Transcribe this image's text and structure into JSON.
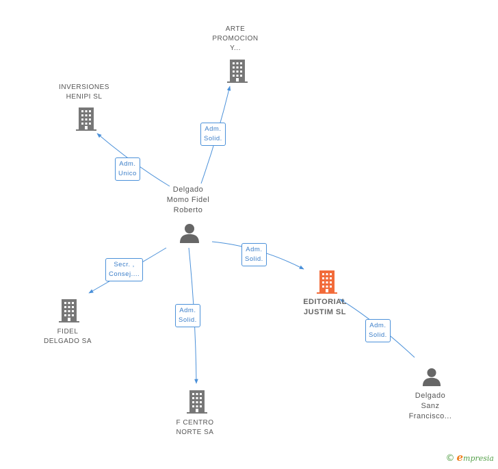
{
  "colors": {
    "edge": "#4a90d9",
    "node_default": "#777777",
    "node_focus": "#f26b3a"
  },
  "nodes": [
    {
      "id": "arte",
      "kind": "company",
      "label_lines": [
        "ARTE",
        "PROMOCION",
        "Y..."
      ]
    },
    {
      "id": "inversiones",
      "kind": "company",
      "label_lines": [
        "INVERSIONES",
        "HENIPI  SL"
      ]
    },
    {
      "id": "delgado_momo",
      "kind": "person",
      "label_lines": [
        "Delgado",
        "Momo Fidel",
        "Roberto"
      ]
    },
    {
      "id": "editorial",
      "kind": "company",
      "focus": true,
      "label_lines": [
        "EDITORIAL",
        "JUSTIM SL"
      ]
    },
    {
      "id": "fidel",
      "kind": "company",
      "label_lines": [
        "FIDEL",
        "DELGADO SA"
      ]
    },
    {
      "id": "fcentro",
      "kind": "company",
      "label_lines": [
        "F CENTRO",
        "NORTE SA"
      ]
    },
    {
      "id": "delgado_sanz",
      "kind": "person",
      "label_lines": [
        "Delgado",
        "Sanz",
        "Francisco..."
      ]
    }
  ],
  "edges": [
    {
      "id": "e_arte",
      "from": "delgado_momo",
      "to": "arte",
      "label_lines": [
        "Adm.",
        "Solid."
      ]
    },
    {
      "id": "e_inv",
      "from": "delgado_momo",
      "to": "inversiones",
      "label_lines": [
        "Adm.",
        "Unico"
      ]
    },
    {
      "id": "e_fidel",
      "from": "delgado_momo",
      "to": "fidel",
      "label_lines": [
        "Secr. ,",
        "Consej...."
      ]
    },
    {
      "id": "e_fcentro",
      "from": "delgado_momo",
      "to": "fcentro",
      "label_lines": [
        "Adm.",
        "Solid."
      ]
    },
    {
      "id": "e_edit",
      "from": "delgado_momo",
      "to": "editorial",
      "label_lines": [
        "Adm.",
        "Solid."
      ]
    },
    {
      "id": "e_sanz",
      "from": "delgado_sanz",
      "to": "editorial",
      "label_lines": [
        "Adm.",
        "Solid."
      ]
    }
  ],
  "footer": {
    "copyright": "©",
    "brand_initial": "e",
    "brand_rest": "mpresia"
  }
}
